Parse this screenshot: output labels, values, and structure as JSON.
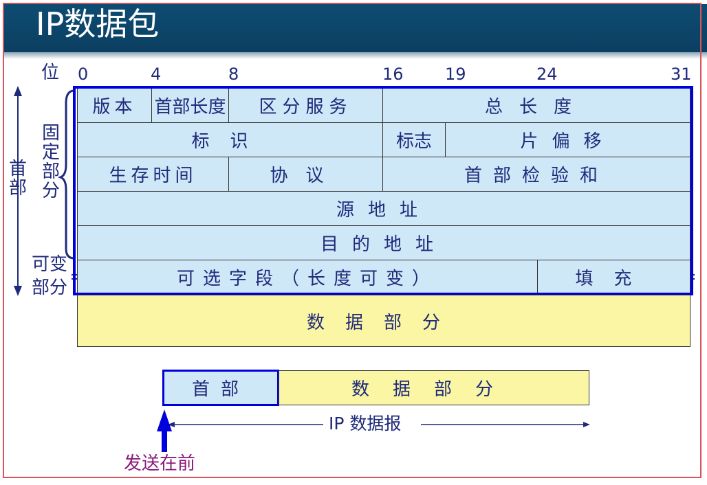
{
  "title": "IP数据包",
  "bit_label": "位",
  "bit_positions": [
    "0",
    "4",
    "8",
    "16",
    "19",
    "24",
    "31"
  ],
  "side_labels": {
    "header": "首部",
    "fixed_part": "固定部分",
    "variable_part_line1": "可变",
    "variable_part_line2": "部分"
  },
  "fields": {
    "version": "版本",
    "header_length": "首部长度",
    "dscp": "区分服务",
    "total_length": "总长度",
    "identification": "标识",
    "flags": "标志",
    "fragment_offset": "片偏移",
    "ttl": "生存时间",
    "protocol": "协议",
    "header_checksum": "首部检验和",
    "source_address": "源地址",
    "destination_address": "目的地址",
    "options": "可选字段（长度可变）",
    "padding": "填充",
    "data_part": "数据部分"
  },
  "datagram": {
    "header": "首部",
    "data": "数据部分",
    "name": "IP 数据报",
    "send_first": "发送在前"
  },
  "colors": {
    "title_bar": "#0b3f61",
    "header_cell": "#cfe8f8",
    "data_cell": "#fbf6a4",
    "outline_blue": "#0000dd",
    "frame_red": "#d9535a",
    "send_first_text": "#8b1a7a"
  }
}
